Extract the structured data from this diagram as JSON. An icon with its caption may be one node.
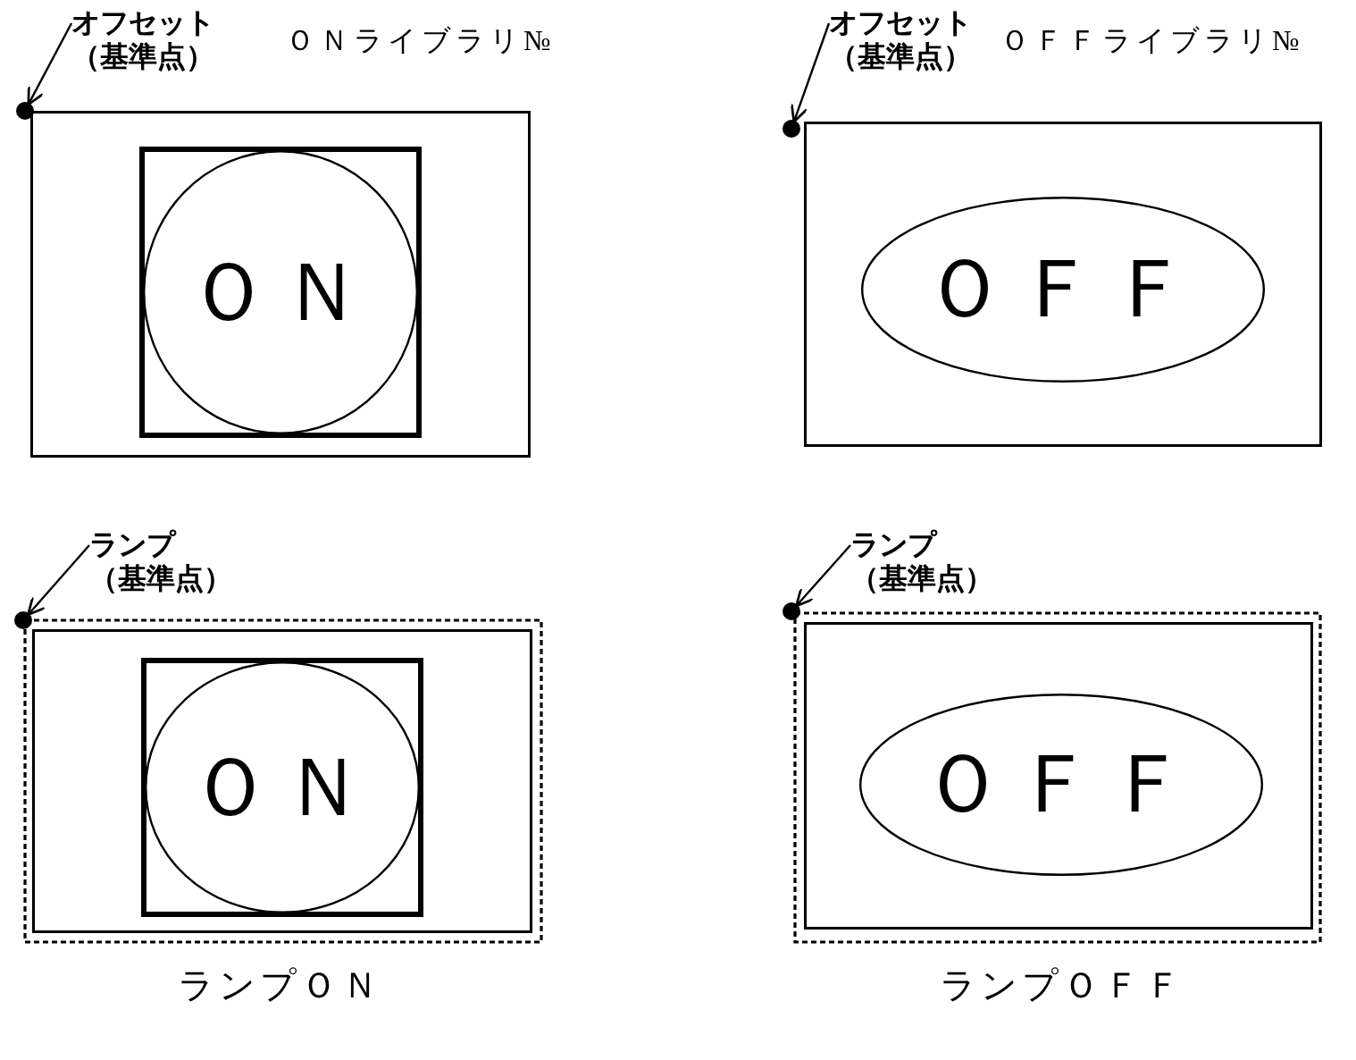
{
  "diagram": {
    "nodes": [
      {
        "text": [
          "オフセット（基準点）"
        ]
      },
      {
        "text": [],
        "shape": "circle"
      },
      {
        "text": [],
        "shape": "box"
      },
      {
        "text": [],
        "shape": "box",
        "in": 2
      },
      {
        "text": [
          "ＯＮ"
        ],
        "in": 3
      },
      {
        "text": [
          "オフセット（基準点）"
        ]
      },
      {
        "text": [],
        "shape": "circle"
      },
      {
        "text": [],
        "shape": "box"
      },
      {
        "text": [
          "ＯＦＦ"
        ],
        "in": 7
      },
      {
        "text": [
          "ランプ（基準点）"
        ]
      },
      {
        "text": [],
        "shape": "circle"
      },
      {
        "text": [],
        "shape": "box"
      },
      {
        "text": [],
        "shape": "box",
        "in": 11
      },
      {
        "text": [],
        "shape": "box",
        "in": 12
      },
      {
        "text": [
          "ＯＮ"
        ],
        "in": 13
      },
      {
        "text": [
          "ランプ（基準点）"
        ]
      },
      {
        "text": [],
        "shape": "circle"
      },
      {
        "text": [],
        "shape": "box"
      },
      {
        "text": [],
        "shape": "box",
        "in": 17
      },
      {
        "text": [
          "ＯＦＦ"
        ],
        "in": 18
      }
    ],
    "edges": [
      {
        "from": 0,
        "to": 1,
        "arrow": "to"
      },
      {
        "from": 5,
        "to": 6,
        "arrow": "to"
      },
      {
        "from": 9,
        "to": 10,
        "arrow": "to"
      },
      {
        "from": 15,
        "to": 16,
        "arrow": "to"
      }
    ],
    "labels": [
      "ＯＮライブラリ№",
      "ＯＦＦライブラリ№",
      "ランプＯＮ",
      "ランプＯＦＦ"
    ]
  }
}
